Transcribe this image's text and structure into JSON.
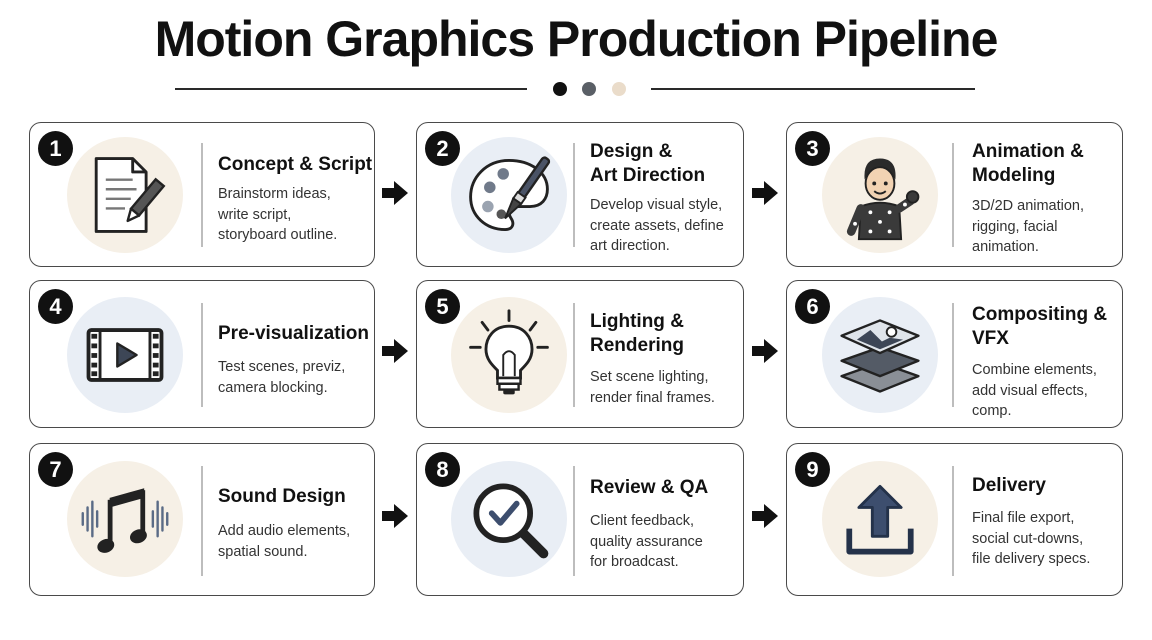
{
  "title": "Motion Graphics Production Pipeline",
  "colors": {
    "dot_1": "#111111",
    "dot_2": "#5a5f66",
    "dot_3": "#eadcca",
    "warm_circle": "#f6f0e6",
    "cool_circle": "#e9eef5"
  },
  "steps": [
    {
      "number": "1",
      "title": "Concept & Script",
      "desc": "Brainstorm ideas,\nwrite script,\nstoryboard outline.",
      "icon": "document-pen-icon"
    },
    {
      "number": "2",
      "title": "Design &\nArt Direction",
      "desc": "Develop visual style,\ncreate assets, define\nart direction.",
      "icon": "palette-brush-icon"
    },
    {
      "number": "3",
      "title": "Animation &\nModeling",
      "desc": "3D/2D animation,\nrigging, facial\nanimation.",
      "icon": "motion-capture-character-icon"
    },
    {
      "number": "4",
      "title": "Pre-visualization",
      "desc": "Test scenes, previz,\ncamera blocking.",
      "icon": "film-strip-play-icon"
    },
    {
      "number": "5",
      "title": "Lighting &\nRendering",
      "desc": "Set scene lighting,\nrender final frames.",
      "icon": "light-bulb-icon"
    },
    {
      "number": "6",
      "title": "Compositing &\nVFX",
      "desc": "Combine elements,\nadd visual effects,\ncomp.",
      "icon": "layers-stack-icon"
    },
    {
      "number": "7",
      "title": "Sound Design",
      "desc": "Add audio elements,\nspatial sound.",
      "icon": "music-note-icon"
    },
    {
      "number": "8",
      "title": "Review & QA",
      "desc": "Client feedback,\nquality assurance\nfor broadcast.",
      "icon": "magnifier-check-icon"
    },
    {
      "number": "9",
      "title": "Delivery",
      "desc": "Final file export,\nsocial cut-downs,\nfile delivery specs.",
      "icon": "upload-export-icon"
    }
  ],
  "connectors": [
    {
      "from": "1",
      "to": "2"
    },
    {
      "from": "2",
      "to": "3"
    },
    {
      "from": "4",
      "to": "5"
    },
    {
      "from": "5",
      "to": "6"
    },
    {
      "from": "7",
      "to": "8"
    },
    {
      "from": "8",
      "to": "9"
    }
  ]
}
